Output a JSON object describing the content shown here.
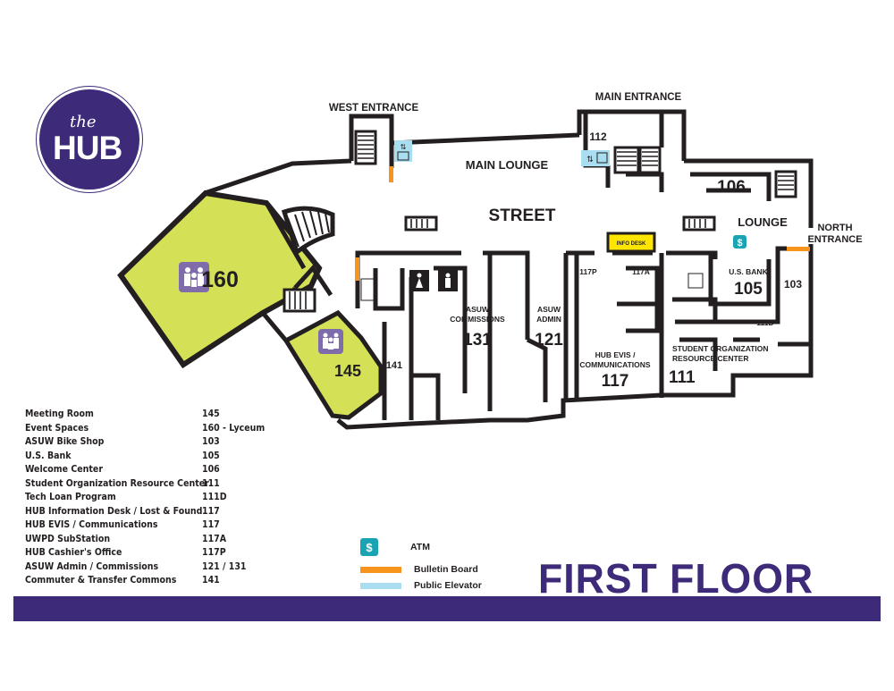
{
  "logo": {
    "small": "the",
    "big": "HUB"
  },
  "colors": {
    "brand_purple": "#3d2a78",
    "event_space_green": "#d4e157",
    "bulletin_orange": "#f7941d",
    "elevator_blue": "#a9def0",
    "atm_teal": "#1aa3b3",
    "info_desk_yellow": "#ffe600"
  },
  "map": {
    "labels": {
      "west_entrance": "WEST ENTRANCE",
      "main_entrance": "MAIN ENTRANCE",
      "main_lounge": "MAIN LOUNGE",
      "street": "STREET",
      "lounge": "LOUNGE",
      "north_entrance_1": "NORTH",
      "north_entrance_2": "ENTRANCE",
      "info_desk": "INFO DESK",
      "room_160": "160",
      "room_145": "145",
      "room_141": "141",
      "room_112": "112",
      "room_106": "106",
      "room_103": "103",
      "room_105_name": "U.S. BANK",
      "room_105": "105",
      "room_111d": "111D",
      "room_117p": "117P",
      "room_117a": "117A",
      "room_131_name_1": "ASUW",
      "room_131_name_2": "COMMISSIONS",
      "room_131": "131",
      "room_121_name_1": "ASUW",
      "room_121_name_2": "ADMIN",
      "room_121": "121",
      "room_117_name_1": "HUB EVIS /",
      "room_117_name_2": "COMMUNICATIONS",
      "room_117": "117",
      "room_111_name_1": "STUDENT ORGANIZATION",
      "room_111_name_2": "RESOURCE CENTER",
      "room_111": "111",
      "atm_symbol": "$"
    },
    "icons": [
      "meeting-room-icon",
      "elevator-icon",
      "restroom-women-icon",
      "restroom-men-icon",
      "atm-icon",
      "stairs-icon"
    ]
  },
  "directory": [
    {
      "name": "Meeting Room",
      "room": "145"
    },
    {
      "name": "Event Spaces",
      "room": "160 - Lyceum"
    },
    {
      "name": "ASUW Bike Shop",
      "room": "103"
    },
    {
      "name": "U.S. Bank",
      "room": "105"
    },
    {
      "name": "Welcome Center",
      "room": "106"
    },
    {
      "name": "Student Organization Resource Center",
      "room": "111"
    },
    {
      "name": "Tech Loan Program",
      "room": "111D"
    },
    {
      "name": "HUB Information Desk / Lost & Found",
      "room": "117"
    },
    {
      "name": "HUB EVIS / Communications",
      "room": "117"
    },
    {
      "name": "UWPD SubStation",
      "room": "117A"
    },
    {
      "name": "HUB Cashier's Office",
      "room": "117P"
    },
    {
      "name": "ASUW Admin / Commissions",
      "room": "121 / 131"
    },
    {
      "name": "Commuter & Transfer Commons",
      "room": "141"
    }
  ],
  "legend": {
    "atm_symbol": "$",
    "atm": "ATM",
    "bulletin_board": "Bulletin Board",
    "public_elevator": "Public Elevator"
  },
  "floor_title": "FIRST FLOOR"
}
